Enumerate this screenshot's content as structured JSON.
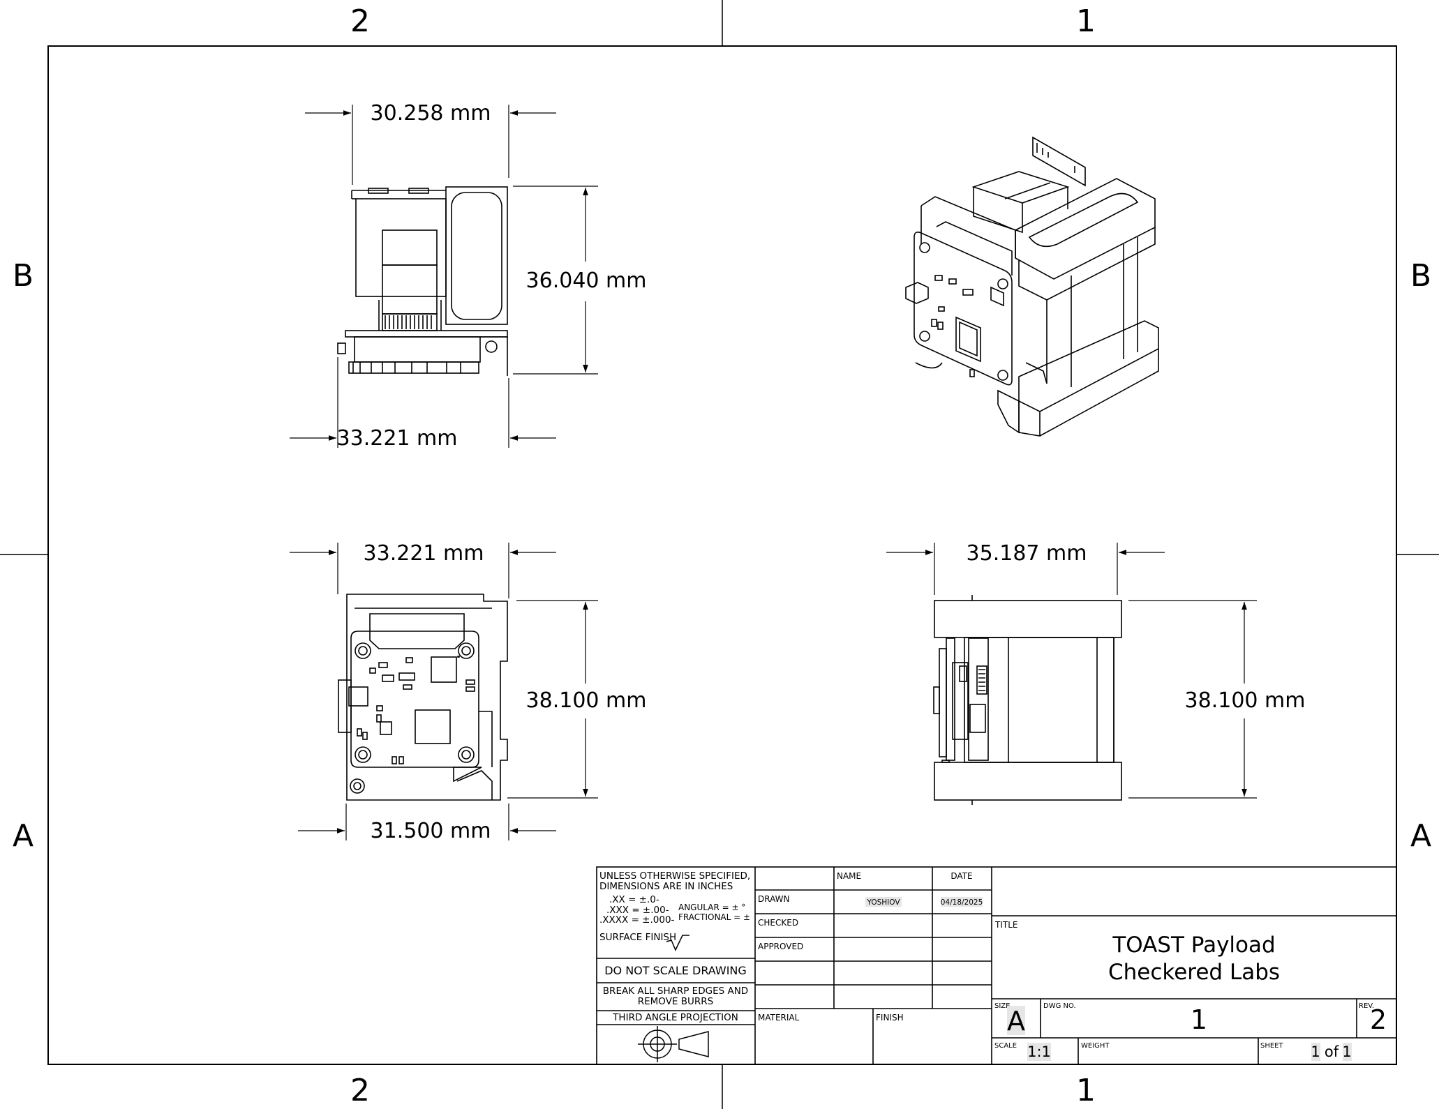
{
  "border": {
    "zones_top": [
      "2",
      "1"
    ],
    "zones_bottom": [
      "2",
      "1"
    ],
    "zones_left": [
      "B",
      "A"
    ],
    "zones_right": [
      "B",
      "A"
    ]
  },
  "dimensions": {
    "right_top_width": "30.258 mm",
    "right_top_height": "36.040 mm",
    "right_top_bottom_width": "33.221 mm",
    "front_top_width": "33.221 mm",
    "front_height": "38.100 mm",
    "front_bottom_width": "31.500 mm",
    "side_width": "35.187 mm",
    "side_height": "38.100 mm"
  },
  "title_block": {
    "tolerance": {
      "line1": "UNLESS OTHERWISE SPECIFIED,",
      "line2": "DIMENSIONS ARE IN INCHES",
      "xx": ".XX = ±.0-",
      "xxx": ".XXX = ±.00-",
      "xxxx": ".XXXX = ±.000-",
      "angular": "ANGULAR = ± °",
      "fractional": "FRACTIONAL = ±",
      "surface_finish": "SURFACE FINISH"
    },
    "do_not_scale": "DO NOT SCALE DRAWING",
    "break_edges_1": "BREAK ALL SHARP EDGES AND",
    "break_edges_2": "REMOVE BURRS",
    "projection": "THIRD ANGLE PROJECTION",
    "headers": {
      "name": "NAME",
      "date": "DATE"
    },
    "rows": {
      "drawn": "DRAWN",
      "checked": "CHECKED",
      "approved": "APPROVED"
    },
    "drawn_name": "YOSHIOV",
    "drawn_date": "04/18/2025",
    "material_label": "MATERIAL",
    "finish_label": "FINISH",
    "title_label": "TITLE",
    "title_line1": "TOAST Payload",
    "title_line2": "Checkered Labs",
    "size_label": "SIZE",
    "size_value": "A",
    "dwg_no_label": "DWG NO.",
    "dwg_no_value": "1",
    "rev_label": "REV.",
    "rev_value": "2",
    "scale_label": "SCALE",
    "scale_value": "1:1",
    "weight_label": "WEIGHT",
    "sheet_label": "SHEET",
    "sheet_num": "1",
    "sheet_of": "of",
    "sheet_total": "1"
  }
}
